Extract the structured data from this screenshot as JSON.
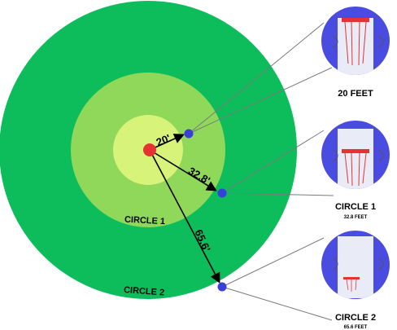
{
  "colors": {
    "outer_ring": "#0dbd5c",
    "middle_ring": "#8fd85a",
    "inner_ring": "#d7f37a",
    "center_dot": "#e53333",
    "marker_dot": "#3a3fd8",
    "inset_bg": "#4a4be0",
    "callout_line": "#7a7a7a",
    "arrow": "#000000"
  },
  "distances": {
    "d1": "20'",
    "d2": "32.8'",
    "d3": "65.6'"
  },
  "ring_labels": {
    "circle1": "CIRCLE 1",
    "circle2": "CIRCLE 2"
  },
  "insets": [
    {
      "title": "20 FEET",
      "subtitle": ""
    },
    {
      "title": "CIRCLE 1",
      "subtitle": "32.8 FEET"
    },
    {
      "title": "CIRCLE 2",
      "subtitle": "65.6 FEET"
    }
  ]
}
